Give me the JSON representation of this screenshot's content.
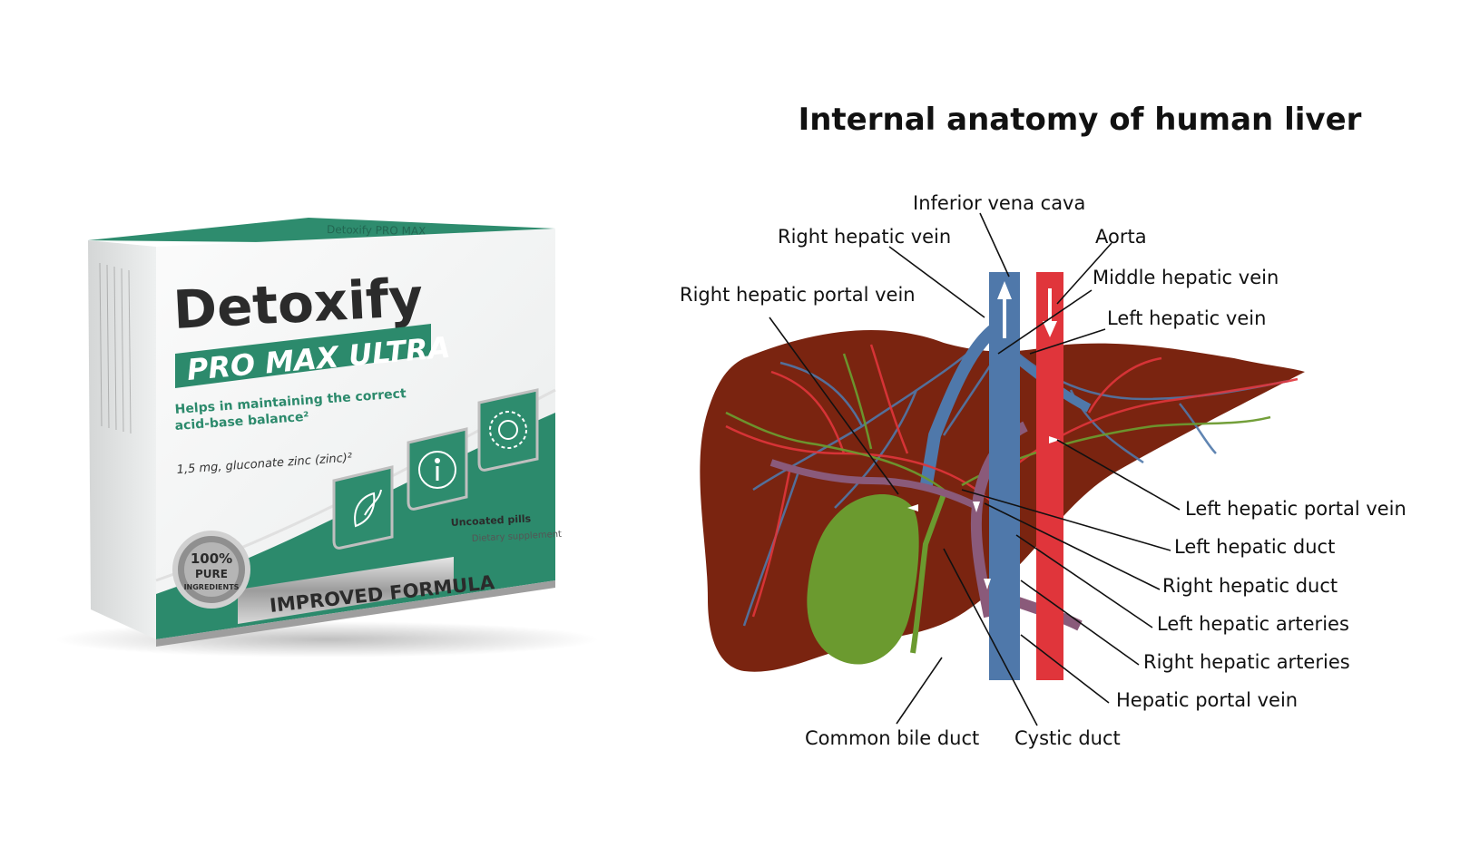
{
  "product": {
    "brand": "Detoxify",
    "subtitle": "PRO MAX ULTRA",
    "claim_line1": "Helps in maintaining the correct",
    "claim_line2": "acid-base balance²",
    "dose": "1,5 mg, gluconate zinc (zinc)²",
    "pill_type": "Uncoated pills",
    "category": "Dietary supplement",
    "badge_top": "100%",
    "badge_mid": "PURE",
    "badge_bottom": "INGREDIENTS",
    "banner": "IMPROVED FORMULA",
    "top_flap_text": "Detoxify PRO MAX",
    "colors": {
      "green": "#2c8a6c",
      "dark": "#2b2b2b",
      "silver": "#b9b9b9"
    },
    "icons": [
      "leaf-flame-icon",
      "person-cycle-icon",
      "gear-circle-icon"
    ]
  },
  "diagram": {
    "title": "Internal anatomy of human liver",
    "labels": {
      "ivc": "Inferior vena cava",
      "rhv": "Right hepatic vein",
      "aorta": "Aorta",
      "mhv": "Middle hepatic vein",
      "rhpv": "Right hepatic portal vein",
      "lhv": "Left hepatic vein",
      "lhpv": "Left hepatic portal vein",
      "lhd": "Left hepatic duct",
      "rhd": "Right hepatic duct",
      "lha": "Left hepatic arteries",
      "rha": "Right hepatic arteries",
      "hpv": "Hepatic portal vein",
      "cbd": "Common bile duct",
      "cd": "Cystic duct"
    },
    "colors": {
      "liver": "#7a2410",
      "vein_blue": "#4f78aa",
      "artery_red": "#e0353b",
      "duct_green": "#6b9a2f",
      "portal_purple": "#8a5a7a"
    }
  }
}
